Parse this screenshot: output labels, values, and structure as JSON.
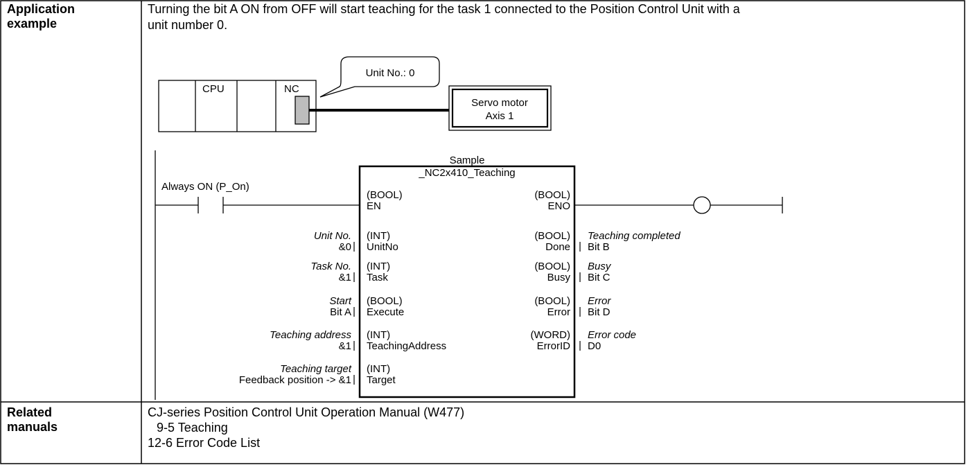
{
  "rows": {
    "application_label": [
      "Application",
      "example"
    ],
    "application_text": [
      "Turning the bit A ON from OFF will start teaching for the task 1 connected to the Position Control Unit with a",
      "unit number 0."
    ],
    "related_label": [
      "Related",
      "manuals"
    ],
    "related_manuals": [
      "CJ-series Position Control Unit Operation Manual (W477)",
      "9-5 Teaching",
      "12-6 Error Code List"
    ]
  },
  "hardware": {
    "cpu": "CPU",
    "nc": "NC",
    "callout": "Unit No.: 0",
    "servo": [
      "Servo motor",
      "Axis 1"
    ]
  },
  "ladder": {
    "fb_instance": "Sample",
    "fb_name": "_NC2x410_Teaching",
    "contact_label": "Always ON (P_On)",
    "input_types": [
      "(BOOL)",
      "(INT)",
      "(INT)",
      "(BOOL)",
      "(INT)",
      "(INT)"
    ],
    "input_names": [
      "EN",
      "UnitNo",
      "Task",
      "Execute",
      "TeachingAddress",
      "Target"
    ],
    "input_desc": [
      "Unit No.",
      "Task No.",
      "Start",
      "Teaching address",
      "Teaching target"
    ],
    "input_vals": [
      "&0",
      "&1",
      "Bit A",
      "&1",
      "Feedback position -> &1"
    ],
    "output_types": [
      "(BOOL)",
      "(BOOL)",
      "(BOOL)",
      "(BOOL)",
      "(WORD)"
    ],
    "output_names": [
      "ENO",
      "Done",
      "Busy",
      "Error",
      "ErrorID"
    ],
    "output_desc": [
      "Teaching completed",
      "Busy",
      "Error",
      "Error code"
    ],
    "output_vals": [
      "Bit B",
      "Bit C",
      "Bit D",
      "D0"
    ]
  }
}
